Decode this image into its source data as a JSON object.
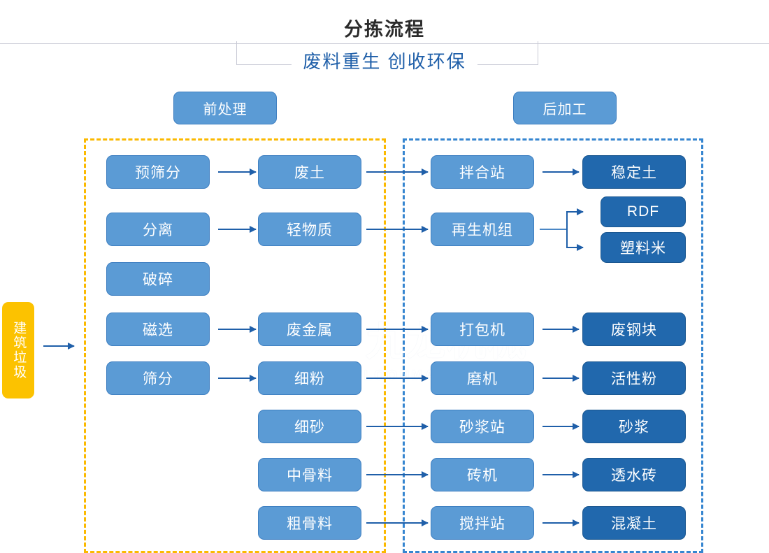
{
  "header": {
    "title": "分拣流程",
    "subtitle": "废料重生 创收环保"
  },
  "sections": [
    {
      "id": "pre",
      "label": "前处理",
      "frame_color": "#fbb900"
    },
    {
      "id": "post",
      "label": "后加工",
      "frame_color": "#3585d0"
    }
  ],
  "input": {
    "label": "建筑垃圾",
    "color": "#fcc200"
  },
  "colors": {
    "node_light": "#5b9bd5",
    "node_dark": "#2168ad",
    "arrow": "#1f5fa9",
    "title": "#2b2b2b",
    "subtitle": "#1f5fa9"
  },
  "watermark": {
    "cn": "九龙机械",
    "en": "KOWLOONMACHINERY"
  },
  "nodes": {
    "pre_process": [
      {
        "id": "p1",
        "label": "预筛分"
      },
      {
        "id": "p2",
        "label": "分离"
      },
      {
        "id": "p3",
        "label": "破碎"
      },
      {
        "id": "p4",
        "label": "磁选"
      },
      {
        "id": "p5",
        "label": "筛分"
      }
    ],
    "materials": [
      {
        "id": "m1",
        "label": "废土"
      },
      {
        "id": "m2",
        "label": "轻物质"
      },
      {
        "id": "m3",
        "label": "废金属"
      },
      {
        "id": "m4",
        "label": "细粉"
      },
      {
        "id": "m5",
        "label": "细砂"
      },
      {
        "id": "m6",
        "label": "中骨料"
      },
      {
        "id": "m7",
        "label": "粗骨料"
      }
    ],
    "equipment": [
      {
        "id": "e1",
        "label": "拌合站"
      },
      {
        "id": "e2",
        "label": "再生机组"
      },
      {
        "id": "e3",
        "label": "打包机"
      },
      {
        "id": "e4",
        "label": "磨机"
      },
      {
        "id": "e5",
        "label": "砂浆站"
      },
      {
        "id": "e6",
        "label": "砖机"
      },
      {
        "id": "e7",
        "label": "搅拌站"
      }
    ],
    "products": [
      {
        "id": "r1",
        "label": "稳定土"
      },
      {
        "id": "r2",
        "label": "RDF"
      },
      {
        "id": "r3",
        "label": "塑料米"
      },
      {
        "id": "r4",
        "label": "废钢块"
      },
      {
        "id": "r5",
        "label": "活性粉"
      },
      {
        "id": "r6",
        "label": "砂浆"
      },
      {
        "id": "r7",
        "label": "透水砖"
      },
      {
        "id": "r8",
        "label": "混凝土"
      }
    ]
  }
}
